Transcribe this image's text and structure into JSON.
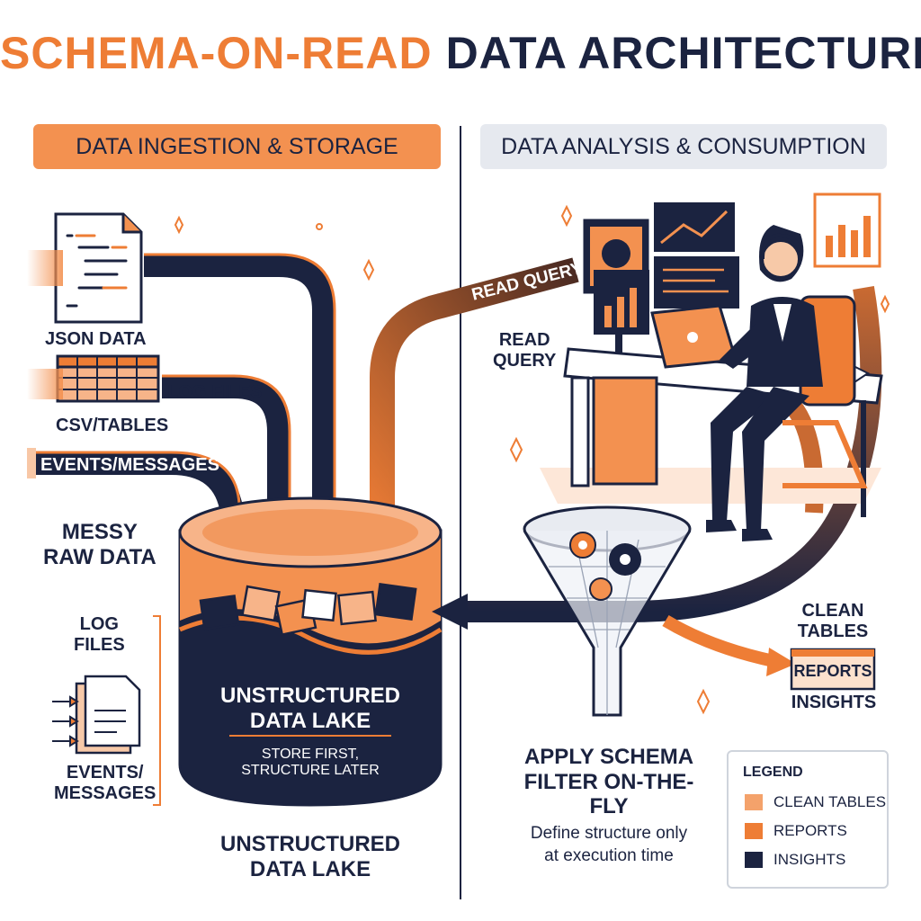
{
  "title": {
    "part1": "SCHEMA-ON-READ",
    "part2": "DATA ARCHITECTURE"
  },
  "panels": {
    "left": "DATA INGESTION & STORAGE",
    "right": "DATA ANALYSIS & CONSUMPTION"
  },
  "sources": {
    "json": "JSON DATA",
    "log": "LOG FILES",
    "csv": "CSV/TABLES",
    "events": "EVENTS/MESSAGES",
    "messy": "MESSY\nRAW DATA",
    "log2": "LOG\nFILES",
    "events2": "EVENTS/\nMESSAGES"
  },
  "lake": {
    "name": "UNSTRUCTURED\nDATA LAKE",
    "tagline": "STORE FIRST,\nSTRUCTURE LATER",
    "caption": "UNSTRUCTURED\nDATA LAKE"
  },
  "query": {
    "arrow_label": "READ QUERY",
    "label": "READ\nQUERY"
  },
  "filter": {
    "label": "APPLY SCHEMA\nFILTER ON-THE-FLY",
    "note": "Define structure only\nat execution time"
  },
  "outputs": {
    "clean": "CLEAN\nTABLES",
    "reports": "REPORTS",
    "insights": "INSIGHTS"
  },
  "legend": {
    "title": "LEGEND",
    "items": [
      {
        "label": "CLEAN TABLES",
        "color": "#f4a26b"
      },
      {
        "label": "REPORTS",
        "color": "#ee7d35"
      },
      {
        "label": "INSIGHTS",
        "color": "#1b2340"
      }
    ]
  },
  "colors": {
    "navy": "#1b2340",
    "orange": "#ee7d35",
    "light_orange": "#f4a26b",
    "gray": "#e6e9ef"
  }
}
